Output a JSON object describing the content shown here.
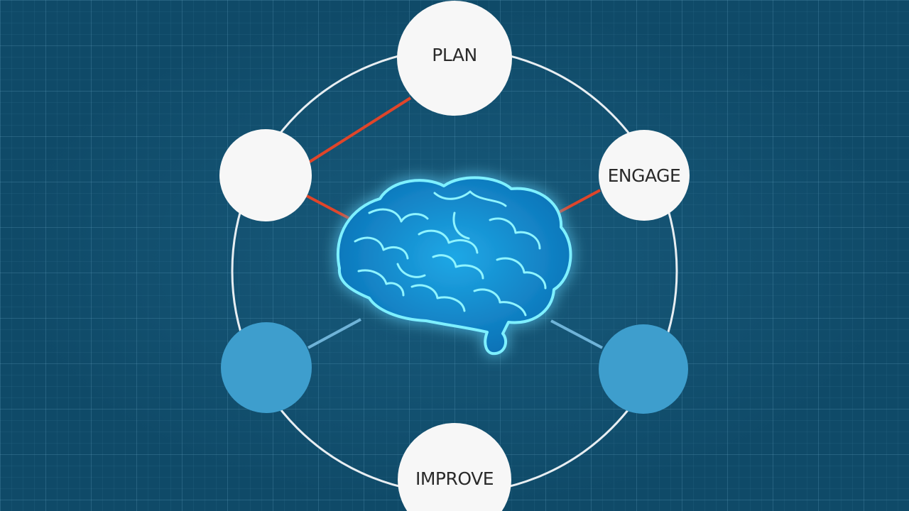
{
  "diagram": {
    "nodes": {
      "top": {
        "label": "PLAN",
        "style": "white"
      },
      "upper_right": {
        "label": "ENGAGE",
        "style": "white"
      },
      "bottom": {
        "label": "IMPROVE",
        "style": "white"
      },
      "upper_left": {
        "label": "",
        "style": "white"
      },
      "lower_left": {
        "label": "",
        "style": "blue"
      },
      "lower_right": {
        "label": "",
        "style": "blue"
      }
    },
    "center": {
      "icon": "brain-icon"
    },
    "colors": {
      "background": "#0f4a68",
      "ring": "#e8eef2",
      "node_white": "#f7f7f7",
      "node_blue": "#3e9ecd",
      "connector_active": "#e0452a",
      "connector_muted": "#5aa7d0",
      "brain_glow": "#5fe0ff"
    }
  }
}
